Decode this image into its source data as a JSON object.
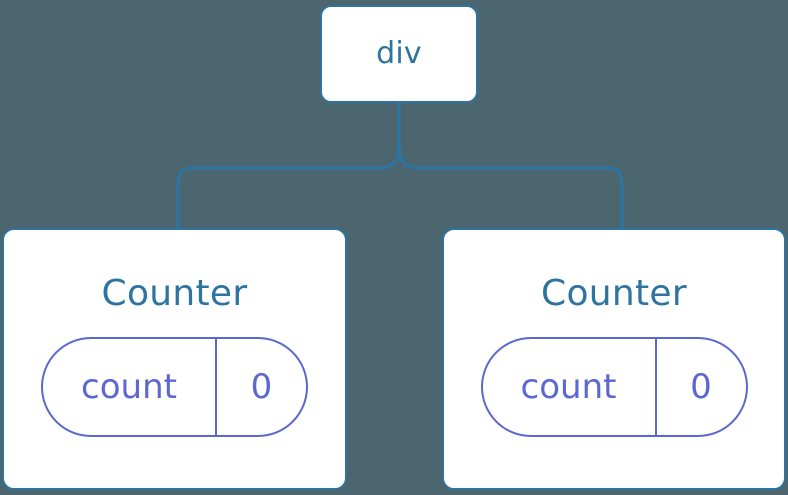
{
  "diagram": {
    "title": "component-tree",
    "background_color": "#4c6670",
    "node_border_color": "#2e74a0",
    "node_text_color": "#2e74a0",
    "node_fill_color": "#ffffff",
    "connector_color": "#2e74a0",
    "state_color": "#5a68cf"
  },
  "root": {
    "label": "div"
  },
  "children": [
    {
      "label": "Counter",
      "state": {
        "key": "count",
        "value": "0"
      }
    },
    {
      "label": "Counter",
      "state": {
        "key": "count",
        "value": "0"
      }
    }
  ]
}
